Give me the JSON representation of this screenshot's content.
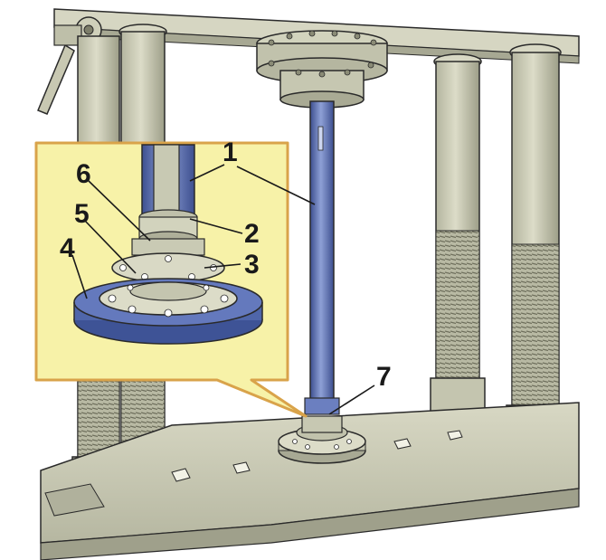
{
  "callouts": {
    "c1": "1",
    "c2": "2",
    "c3": "3",
    "c4": "4",
    "c5": "5",
    "c6": "6",
    "c7": "7"
  },
  "colors": {
    "press_metal": "#c9c9b4",
    "press_shadow": "#8f907c",
    "shaft_blue": "#5a6fb0",
    "disc_blue": "#4f66aa",
    "inset_background": "#f7f2a8",
    "inset_border": "#d9a34a",
    "outline": "#2a2a2a"
  }
}
